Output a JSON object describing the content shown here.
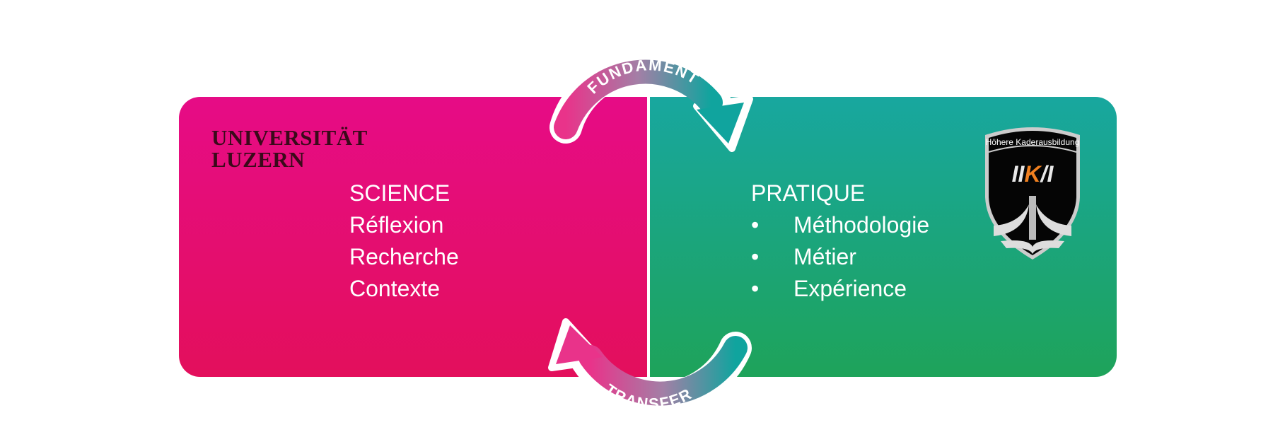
{
  "science": {
    "logo_line1": "UNIVERSITÄT",
    "logo_line2": "LUZERN",
    "title": "SCIENCE",
    "items": [
      "Réflexion",
      "Recherche",
      "Contexte"
    ]
  },
  "pratique": {
    "title": "PRATIQUE",
    "bullet": "•",
    "items": [
      "Méthodologie",
      "Métier",
      "Expérience"
    ],
    "logo_text": "Höhere Kaderausbildung",
    "logo_mark": "HKA"
  },
  "arrows": {
    "top_label": "FUNDAMENT",
    "bottom_label": "TRANSFER"
  },
  "colors": {
    "pink": "#e60c86",
    "teal": "#18a79f",
    "green": "#1ea35a"
  }
}
